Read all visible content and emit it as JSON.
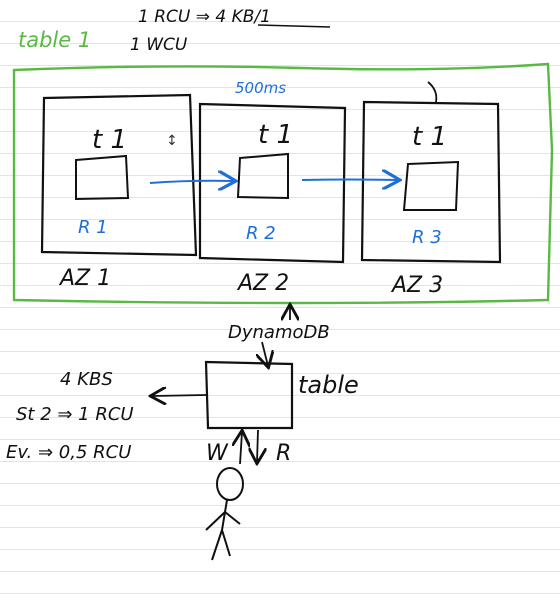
{
  "colors": {
    "ink": "#111111",
    "green": "#5ab944",
    "blue": "#1e6fd9",
    "ruled_line": "#e4e4e4"
  },
  "header": {
    "rcu_note": "1 RCU ⇒ 4 KB/1",
    "wcu_note": "1 WCU",
    "table_label": "table 1"
  },
  "region": {
    "label": "500ms",
    "azs": [
      {
        "label": "AZ 1",
        "table": "t 1",
        "replica": "R 1"
      },
      {
        "label": "AZ 2",
        "table": "t 1",
        "replica": "R 2"
      },
      {
        "label": "AZ 3",
        "table": "t 1",
        "replica": "R 3"
      }
    ]
  },
  "dynamo": {
    "label": "DynamoDB",
    "table_label": "table",
    "write": "W",
    "read": "R"
  },
  "notes": {
    "size": "4 KBS",
    "strong": "St 2 ⇒ 1 RCU",
    "eventual": "Ev. ⇒ 0,5 RCU"
  }
}
